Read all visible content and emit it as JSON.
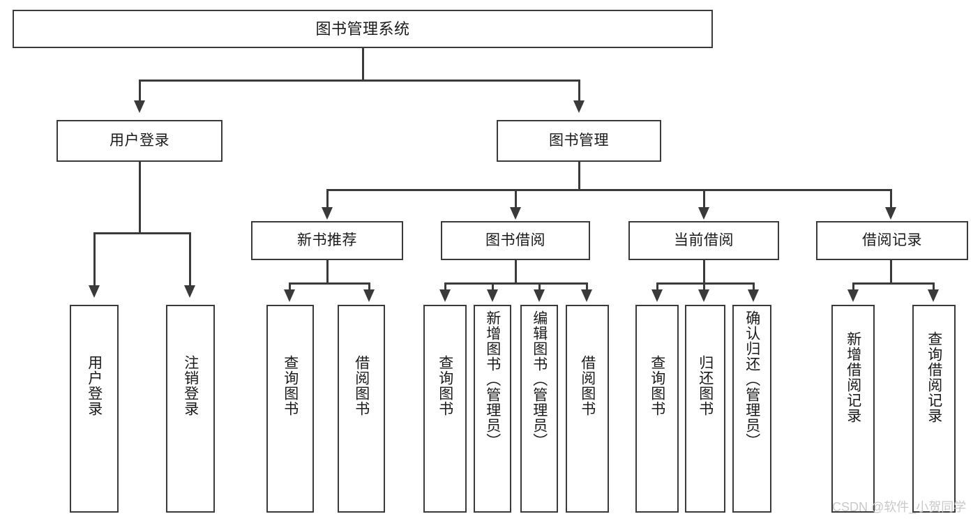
{
  "diagram": {
    "title": "图书管理系统",
    "type": "tree",
    "orientation": "top-down",
    "colors": {
      "stroke": "#3a3a3a",
      "fill": "#ffffff",
      "text": "#1a1a1a",
      "watermark": "#c9c9c9"
    }
  },
  "nodes": {
    "root": {
      "label": "图书管理系统"
    },
    "level2": [
      {
        "id": "user-login",
        "label": "用户登录"
      },
      {
        "id": "book-management",
        "label": "图书管理"
      }
    ],
    "level3": [
      {
        "id": "new-book-recommend",
        "label": "新书推荐"
      },
      {
        "id": "book-borrow",
        "label": "图书借阅"
      },
      {
        "id": "current-borrow",
        "label": "当前借阅"
      },
      {
        "id": "borrow-record",
        "label": "借阅记录"
      }
    ],
    "leaves": {
      "user_login": [
        {
          "id": "leaf-user-login",
          "label": "用户登录"
        },
        {
          "id": "leaf-logout-login",
          "label": "注销登录"
        }
      ],
      "new_book_recommend": [
        {
          "id": "leaf-query-book-1",
          "label": "查询图书"
        },
        {
          "id": "leaf-borrow-book-1",
          "label": "借阅图书"
        }
      ],
      "book_borrow": [
        {
          "id": "leaf-query-book-2",
          "label": "查询图书"
        },
        {
          "id": "leaf-add-book",
          "label": "新增图书（管理员）"
        },
        {
          "id": "leaf-edit-book",
          "label": "编辑图书（管理员）"
        },
        {
          "id": "leaf-borrow-book-2",
          "label": "借阅图书"
        }
      ],
      "current_borrow": [
        {
          "id": "leaf-query-book-3",
          "label": "查询图书"
        },
        {
          "id": "leaf-return-book",
          "label": "归还图书"
        },
        {
          "id": "leaf-confirm-return",
          "label": "确认归还（管理员）"
        }
      ],
      "borrow_record": [
        {
          "id": "leaf-add-record",
          "label": "新增借阅记录"
        },
        {
          "id": "leaf-query-record",
          "label": "查询借阅记录"
        }
      ]
    }
  },
  "watermark": {
    "text": "CSDN @软件_小贺同学"
  }
}
